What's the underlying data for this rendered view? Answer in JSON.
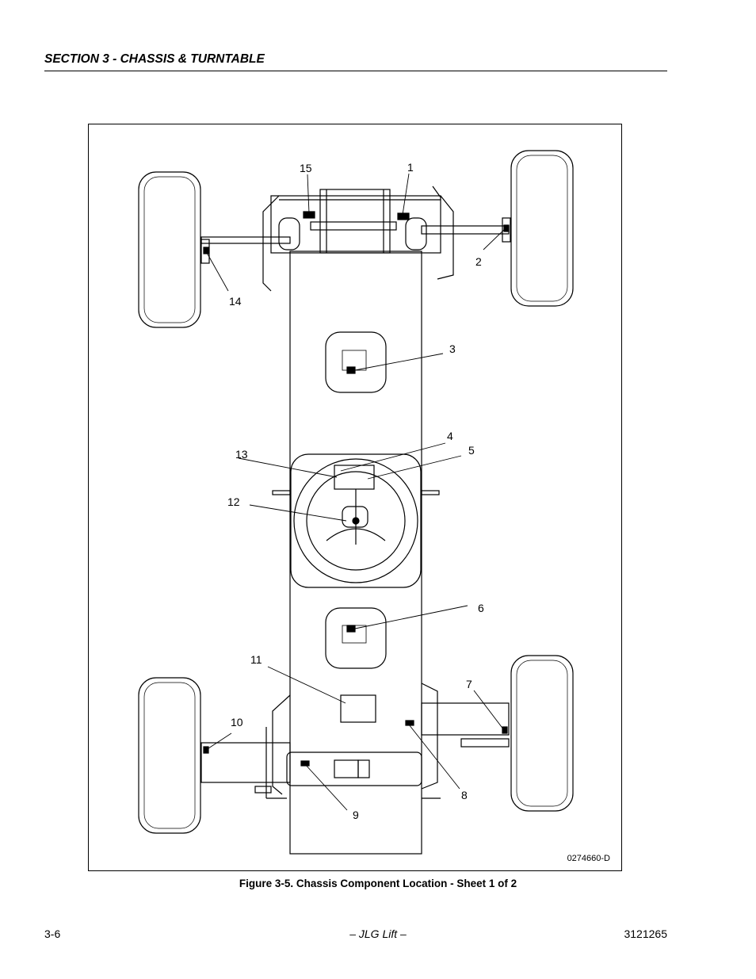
{
  "header": {
    "section_title": "SECTION 3 - CHASSIS & TURNTABLE"
  },
  "figure": {
    "drawing_number": "0274660-D",
    "caption": "Figure 3-5.  Chassis Component Location - Sheet 1 of 2",
    "callouts": [
      "1",
      "2",
      "3",
      "4",
      "5",
      "6",
      "7",
      "8",
      "9",
      "10",
      "11",
      "12",
      "13",
      "14",
      "15"
    ]
  },
  "footer": {
    "page_number": "3-6",
    "publisher": "– JLG Lift –",
    "manual_number": "3121265"
  }
}
